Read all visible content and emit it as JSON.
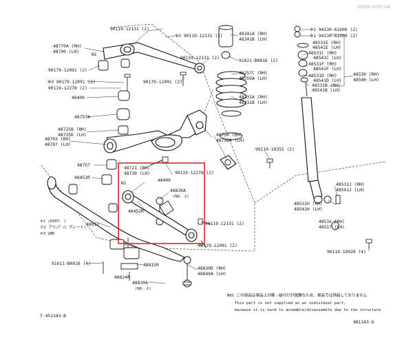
{
  "watermark": "toyox.com.ua",
  "labels": {
    "p90119_12131_tl": "90119-12131 (2)",
    "p90119_12131_tl2": "※3 90119-12131 (2)",
    "p48341": "48341A (RH)",
    "p48341b": "48341B (LH)",
    "p94130_1": "※1 94130-61000 (2)",
    "p94130_2": "※1 94130-61000 (2)",
    "p48531e": "48531E (RH)",
    "p48541e": "48541E (LH)",
    "p48770": "48770A (RH)",
    "p48790": "48790  (LH)",
    "n1a": "N1",
    "p90119_12131_mid": "90119-12131 (2)",
    "p91621": "91621-B0816 (2)",
    "p48531c": "48531C (RH)",
    "p48541c": "48541C (LH)",
    "p48531f": "48531F (RH)",
    "p48541f": "48541F (LH)",
    "p48530": "48530 (RH)",
    "p48540": "48540 (LH)",
    "p90179_a": "90179-12091 (2)",
    "p90179_b": "※3 90179-12091 (2)",
    "p48257": "48257C (RH)",
    "p48259": "48259A (LH)",
    "p48531d": "48531D (RH)",
    "p48541d": "48541D (LH)",
    "p90119_12278_l": "90119-12278 (2)",
    "p90179_c": "90179-12091 (2)",
    "p48531b": "48531B (RH)",
    "p48541b": "48541B (LH)",
    "p48409a": "48409",
    "p48231": "48231A (RH)",
    "p48231b": "48231B (LH)",
    "p48757a": "48757A",
    "p48725": "48725B (RH)",
    "p48725d": "48725D (LH)",
    "p48756": "48756  (RH)",
    "p48756a": "48756A (LH)",
    "p48703": "48703 (RH)",
    "p48707": "48707 (LH)",
    "p90119_10355": "90119-10355 (2)",
    "p48757": "48757",
    "p48721": "48721 (RH)",
    "p48730": "48730 (LH)",
    "p90119_12278_r": "90119-12278 (2)",
    "p48452r_top": "48452R",
    "n1b": "N1",
    "p48409b": "48409",
    "p48531j": "48531J (RH)",
    "p48541j": "48541J (LH)",
    "p48830a": "48830A",
    "p48830a_no": "(NO. 2)",
    "p48531h": "48531H (RH)",
    "p48541h": "48541H (LH)",
    "p48452r": "48452R",
    "p90119_12131_b": "90119-12131 (2)",
    "p48516": "48516 (RH)",
    "p48517": "48517 (LH)",
    "note1": "※1  (0307-     )",
    "note2": "※2  アリ/ﾃﾞｨｽ プレート)",
    "note3": "※3  2WD",
    "p48812": "48812",
    "p90179_d": "90179-12091 (2)",
    "p90119_10920": "90119-10920 (4)",
    "p91611": "91611-B0816 (4)",
    "p48815r": "48815R",
    "p48830d": "48830D (RH)",
    "p48840a": "48840A (LH)",
    "p48824r": "48824R",
    "p48830a2": "48830A",
    "p48830a2_no": "(NO. 1)",
    "footnote_jp": "N01  この部品は単品上分解・組付けが困難なため、単品では供給しておりません",
    "footnote_en1": "This part is not supplied as an individual part,",
    "footnote_en2": "because it is hard to assemble/disassemble due to the structure",
    "code_left": "T-451143-B",
    "code_right": "481143-G"
  }
}
